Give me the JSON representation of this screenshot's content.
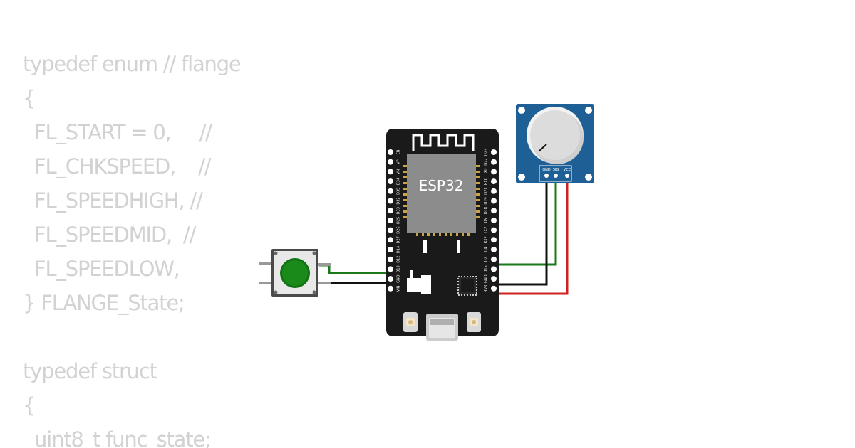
{
  "code": {
    "lines": [
      "typedef enum // flange",
      "{",
      "  FL_START = 0,     //",
      "  FL_CHKSPEED,    //",
      "  FL_SPEEDHIGH, //",
      "  FL_SPEEDMID,  //",
      "  FL_SPEEDLOW,",
      "} FLANGE_State;",
      "",
      "typedef struct",
      "{",
      "  uint8_t func_state;"
    ]
  },
  "esp32": {
    "chip_label": "ESP32",
    "left_pins": [
      "EN",
      "VP",
      "VN",
      "D34",
      "D35",
      "D32",
      "D33",
      "D25",
      "D26",
      "D27",
      "D14",
      "D12",
      "D13",
      "GND",
      "VIN"
    ],
    "right_pins": [
      "D23",
      "D22",
      "TX0",
      "RX0",
      "D21",
      "D19",
      "D18",
      "D5",
      "TX2",
      "RX2",
      "D4",
      "D2",
      "D15",
      "GND",
      "3V3"
    ]
  },
  "potentiometer": {
    "pins": [
      "GND",
      "SIG",
      "VCC"
    ]
  },
  "colors": {
    "board": "#1a1a1a",
    "chip": "#8c8c8c",
    "pot_board": "#1e5f96",
    "button_cap": "#1a8a1a",
    "wire_green": "#1a7a1a",
    "wire_black": "#111111",
    "wire_red": "#cc2222",
    "code_text": "#d2d2d2"
  }
}
